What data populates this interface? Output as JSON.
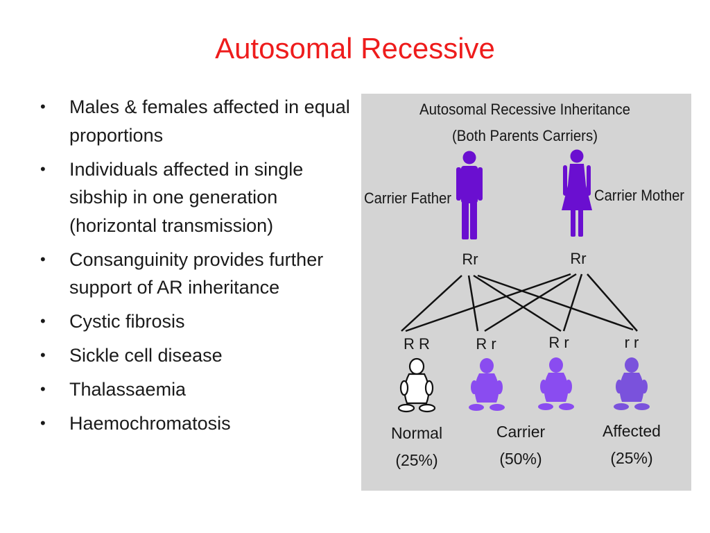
{
  "title": "Autosomal Recessive",
  "bullets": [
    "Males & females affected in equal proportions",
    "Individuals affected in single sibship in one generation (horizontal transmission)",
    "Consanguinity provides further support of AR inheritance",
    "Cystic fibrosis",
    "Sickle cell disease",
    "Thalassaemia",
    "Haemochromatosis"
  ],
  "diagram": {
    "heading_line1": "Autosomal Recessive Inheritance",
    "heading_line2": "(Both Parents Carriers)",
    "father": {
      "label": "Carrier Father",
      "genotype": "Rr"
    },
    "mother": {
      "label": "Carrier Mother",
      "genotype": "Rr"
    },
    "offspring_genotypes": [
      "R R",
      "R r",
      "R r",
      "r r"
    ],
    "outcomes": [
      {
        "label": "Normal",
        "percent": "(25%)"
      },
      {
        "label": "Carrier",
        "percent": "(50%)"
      },
      {
        "label": "Affected",
        "percent": "(25%)"
      }
    ],
    "colors": {
      "background": "#d4d4d4",
      "parent": "#6a0fd0",
      "carrier_child": "#8a4cf0",
      "affected_child": "#7a52dc",
      "normal_child": "#ffffff"
    }
  }
}
